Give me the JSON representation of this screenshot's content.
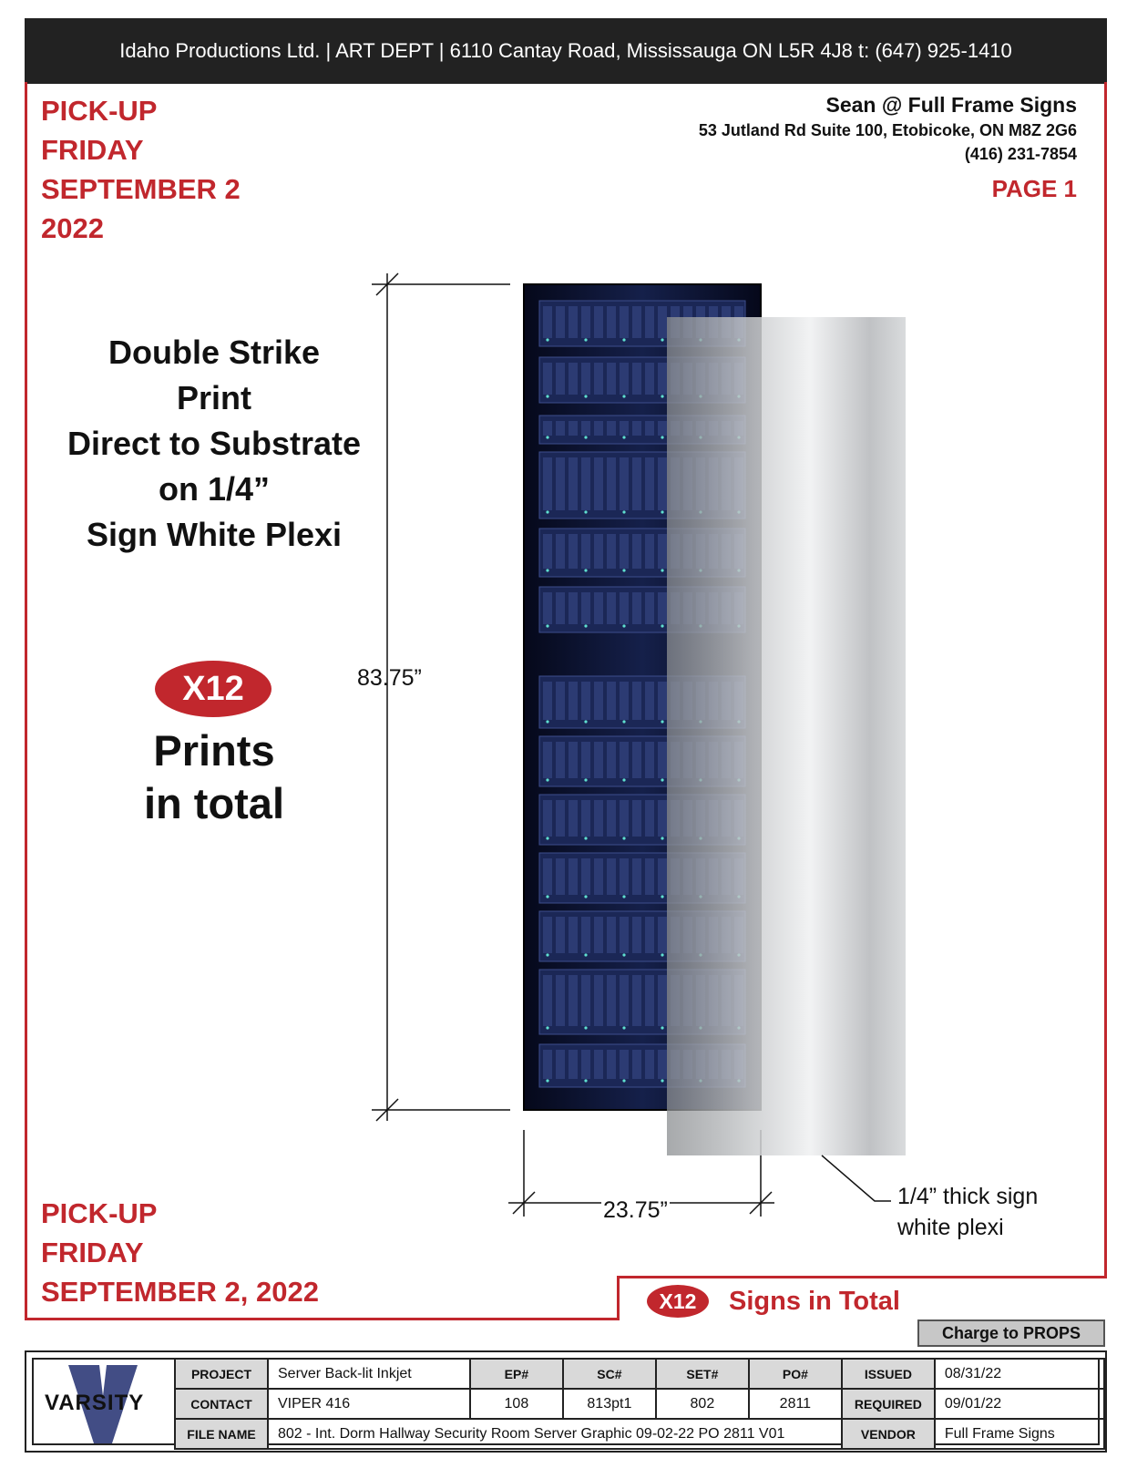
{
  "header": {
    "company_line": "Idaho Productions Ltd. | ART DEPT | 6110 Cantay Road, Mississauga ON L5R 4J8 t: (647) 925-1410"
  },
  "pickup_top": {
    "line1": "PICK-UP",
    "line2": "FRIDAY",
    "line3": "SEPTEMBER 2",
    "line4": "2022"
  },
  "vendor": {
    "name": "Sean @ Full Frame Signs",
    "address": "53 Jutland Rd Suite 100, Etobicoke, ON M8Z 2G6",
    "phone": "(416) 231-7854",
    "page": "PAGE 1"
  },
  "instructions": {
    "line1": "Double Strike",
    "line2": "Print",
    "line3": "Direct to Substrate",
    "line4": "on 1/4”",
    "line5": "Sign White Plexi"
  },
  "quantity": {
    "badge": "X12",
    "line1": "Prints",
    "line2": "in total"
  },
  "dimensions": {
    "height": "83.75”",
    "width": "23.75”"
  },
  "plexi_note": {
    "line1": "1/4” thick sign",
    "line2": "white plexi"
  },
  "pickup_bottom": {
    "line1": "PICK-UP",
    "line2": "FRIDAY",
    "line3": "SEPTEMBER 2, 2022"
  },
  "signs_total": {
    "badge": "X12",
    "label": "Signs in Total"
  },
  "charge": "Charge to PROPS",
  "title_block": {
    "logo_text": "VARSITY",
    "labels": {
      "project": "PROJECT",
      "contact": "CONTACT",
      "file_name": "FILE NAME",
      "ep": "EP#",
      "sc": "SC#",
      "set": "SET#",
      "po": "PO#",
      "issued": "ISSUED",
      "required": "REQUIRED",
      "vendor": "VENDOR"
    },
    "values": {
      "project": "Server Back-lit Inkjet",
      "contact": "VIPER  416",
      "file_name": "802 - Int. Dorm Hallway Security Room Server Graphic 09-02-22 PO 2811 V01",
      "ep": "108",
      "sc": "813pt1",
      "set": "802",
      "po": "2811",
      "issued": "08/31/22",
      "required": "09/01/22",
      "vendor": "Full Frame Signs"
    }
  },
  "colors": {
    "accent_red": "#c1272d",
    "header_bg": "#222222",
    "rack_bg": "#0a0f24"
  }
}
